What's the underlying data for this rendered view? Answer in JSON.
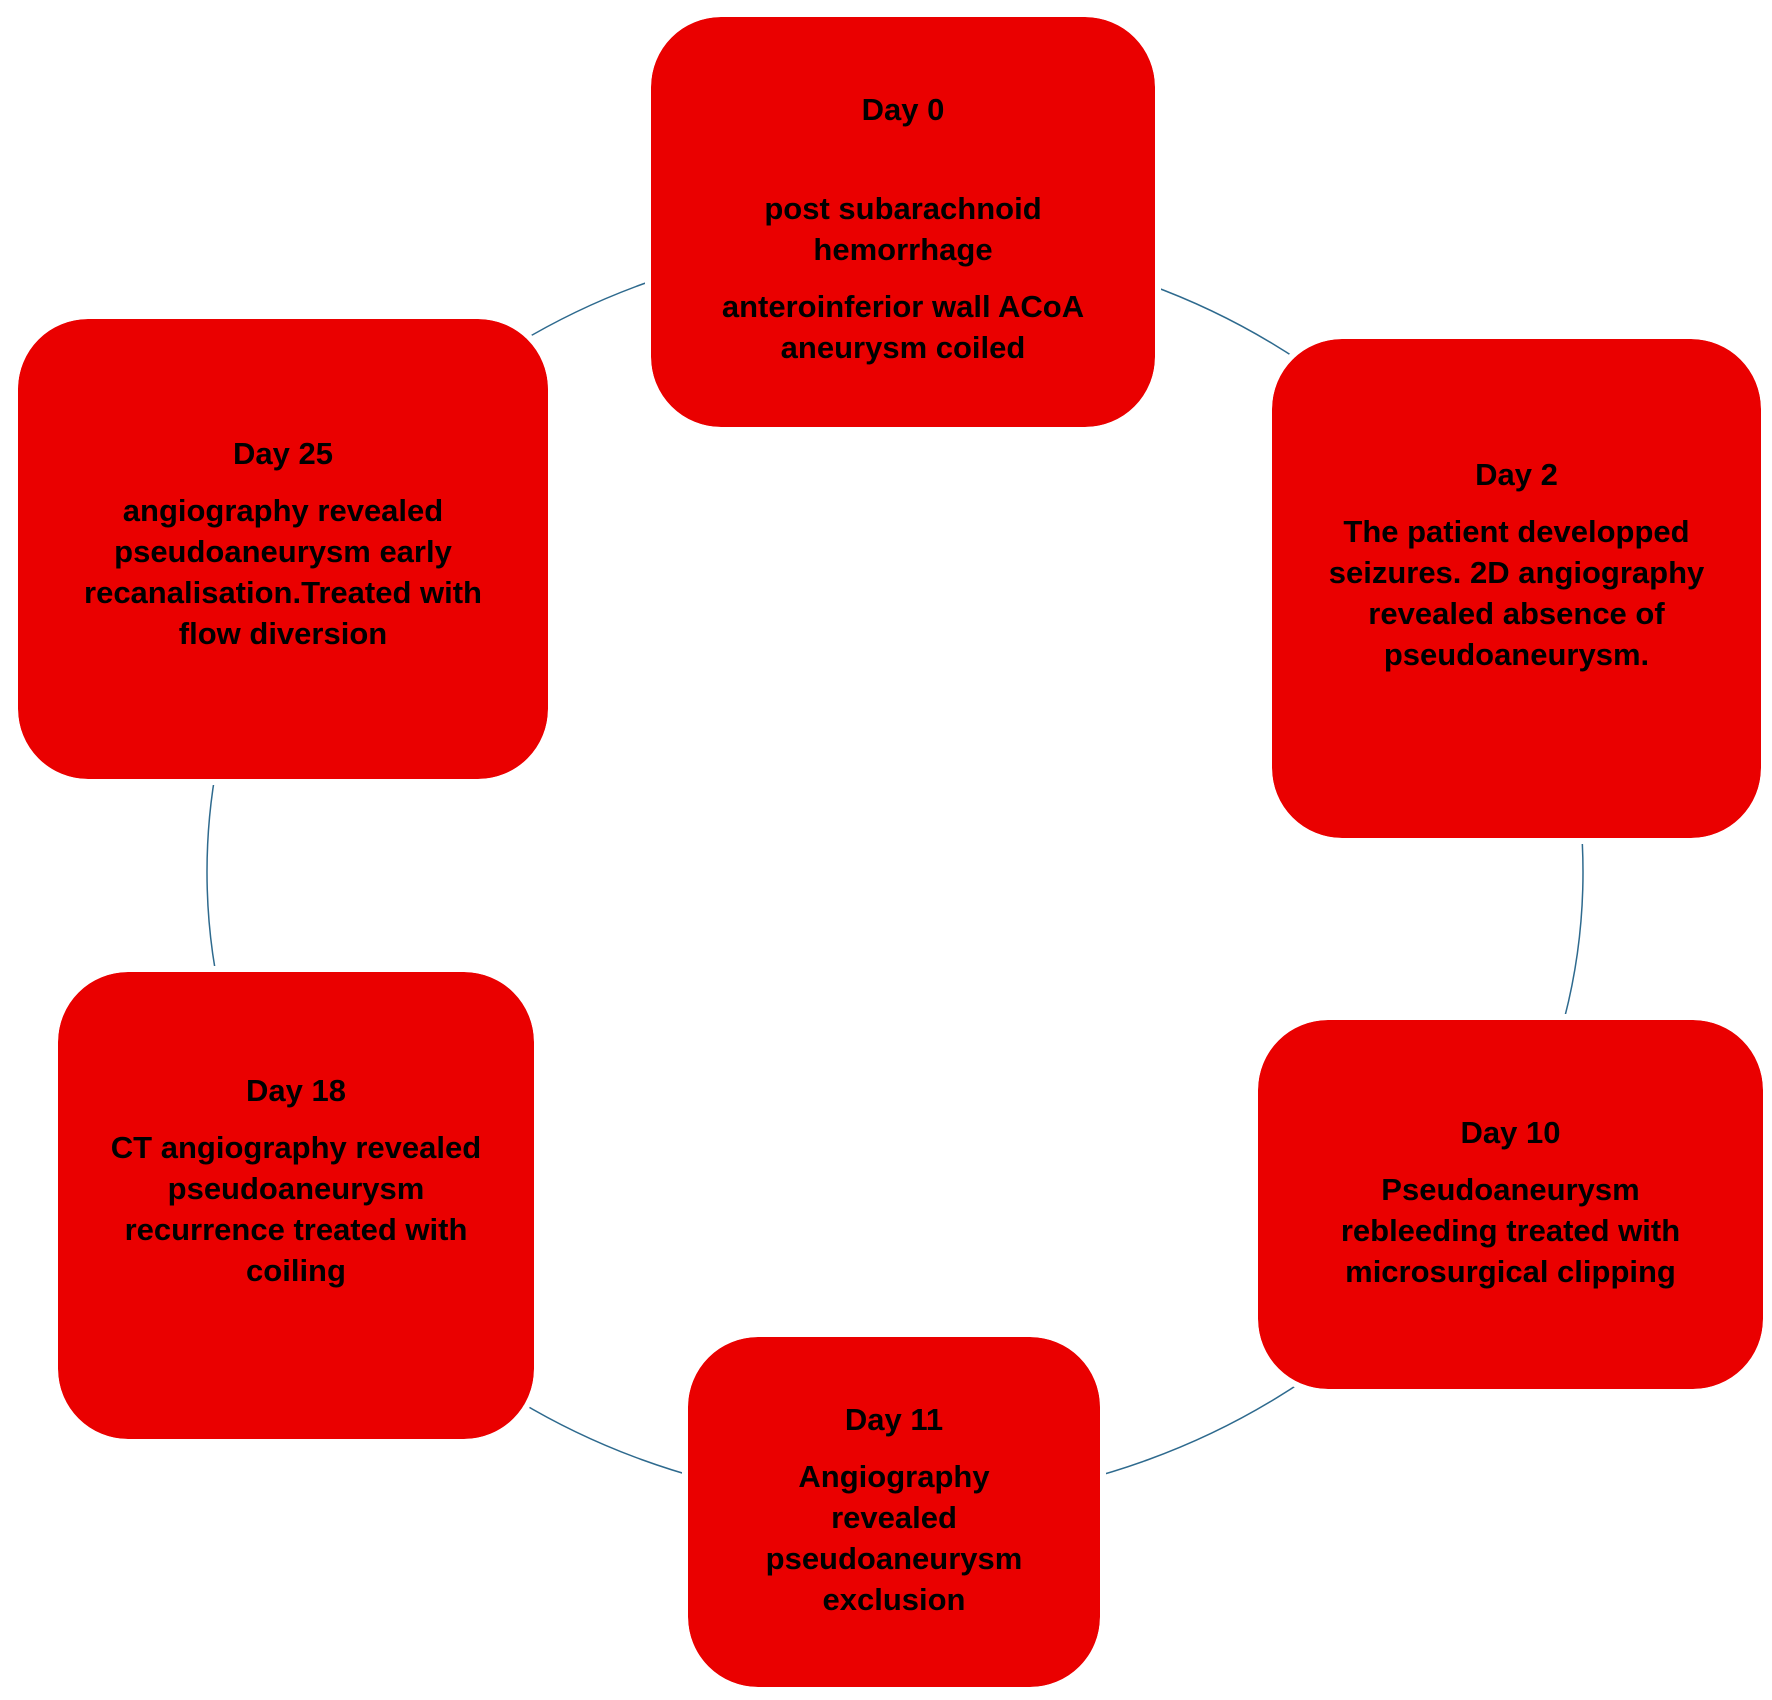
{
  "diagram": {
    "line_color": "#2e6a8e",
    "box_color": "#ea0000",
    "nodes": [
      {
        "day": "Day 0",
        "lines": [
          "post subarachnoid hemorrhage",
          "anteroinferior wall ACoA aneurysm coiled"
        ]
      },
      {
        "day": "Day 2",
        "lines": [
          "The patient developped seizures. 2D angiography revealed absence of pseudoaneurysm."
        ]
      },
      {
        "day": "Day 10",
        "lines": [
          "Pseudoaneurysm rebleeding treated with microsurgical clipping"
        ]
      },
      {
        "day": "Day 11",
        "lines": [
          "Angiography revealed pseudoaneurysm exclusion"
        ]
      },
      {
        "day": "Day 18",
        "lines": [
          "CT angiography revealed pseudoaneurysm recurrence treated with coiling"
        ]
      },
      {
        "day": "Day 25",
        "lines": [
          "angiography revealed pseudoaneurysm early recanalisation.Treated with flow diversion"
        ]
      }
    ]
  }
}
